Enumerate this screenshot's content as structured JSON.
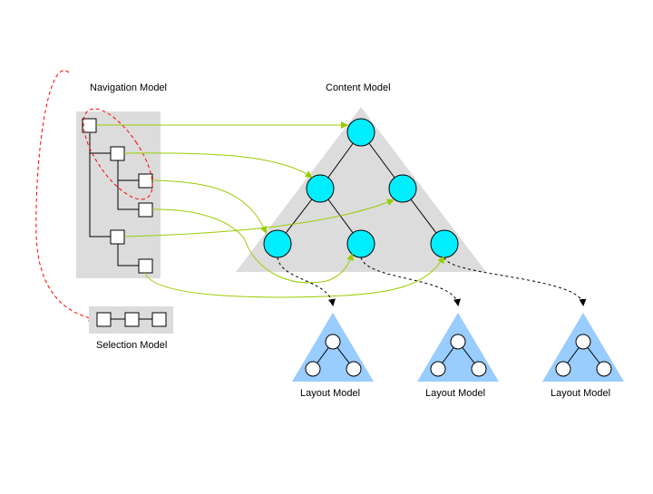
{
  "labels": {
    "navigation_model": "Navigation Model",
    "content_model": "Content Model",
    "selection_model": "Selection Model",
    "layout_models": [
      "Layout Model",
      "Layout Model",
      "Layout Model"
    ]
  },
  "colors": {
    "panel_gray": "#dcdcdc",
    "content_node": "#00eeff",
    "layout_triangle": "#99ccff",
    "green_arrow": "#99cc00",
    "red_dashed": "#ff0000",
    "black": "#000000",
    "node_white": "#ffffff"
  }
}
